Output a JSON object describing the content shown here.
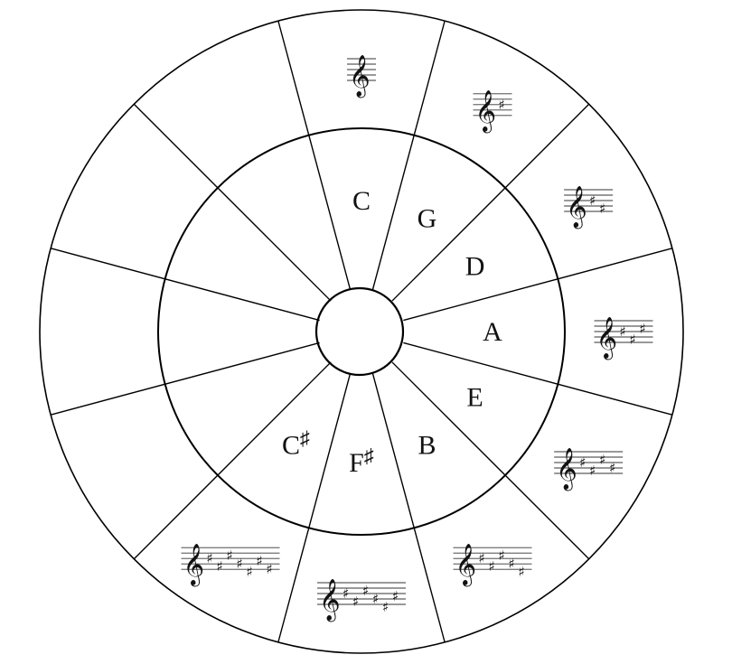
{
  "diagram": {
    "type": "circle-of-fifths",
    "segments": [
      {
        "key": "C",
        "accidental": "",
        "sharps": 0
      },
      {
        "key": "G",
        "accidental": "",
        "sharps": 1
      },
      {
        "key": "D",
        "accidental": "",
        "sharps": 2
      },
      {
        "key": "A",
        "accidental": "",
        "sharps": 3
      },
      {
        "key": "E",
        "accidental": "",
        "sharps": 4
      },
      {
        "key": "B",
        "accidental": "",
        "sharps": 5
      },
      {
        "key": "F",
        "accidental": "♯",
        "sharps": 6
      },
      {
        "key": "C",
        "accidental": "♯",
        "sharps": 7
      },
      {
        "key": "",
        "accidental": "",
        "sharps": null
      },
      {
        "key": "",
        "accidental": "",
        "sharps": null
      },
      {
        "key": "",
        "accidental": "",
        "sharps": null
      },
      {
        "key": "",
        "accidental": "",
        "sharps": null
      }
    ],
    "icons": {
      "clef": "treble-clef-icon",
      "accidental": "sharp-icon"
    },
    "colors": {
      "line": "#000000",
      "background": "#ffffff"
    }
  }
}
